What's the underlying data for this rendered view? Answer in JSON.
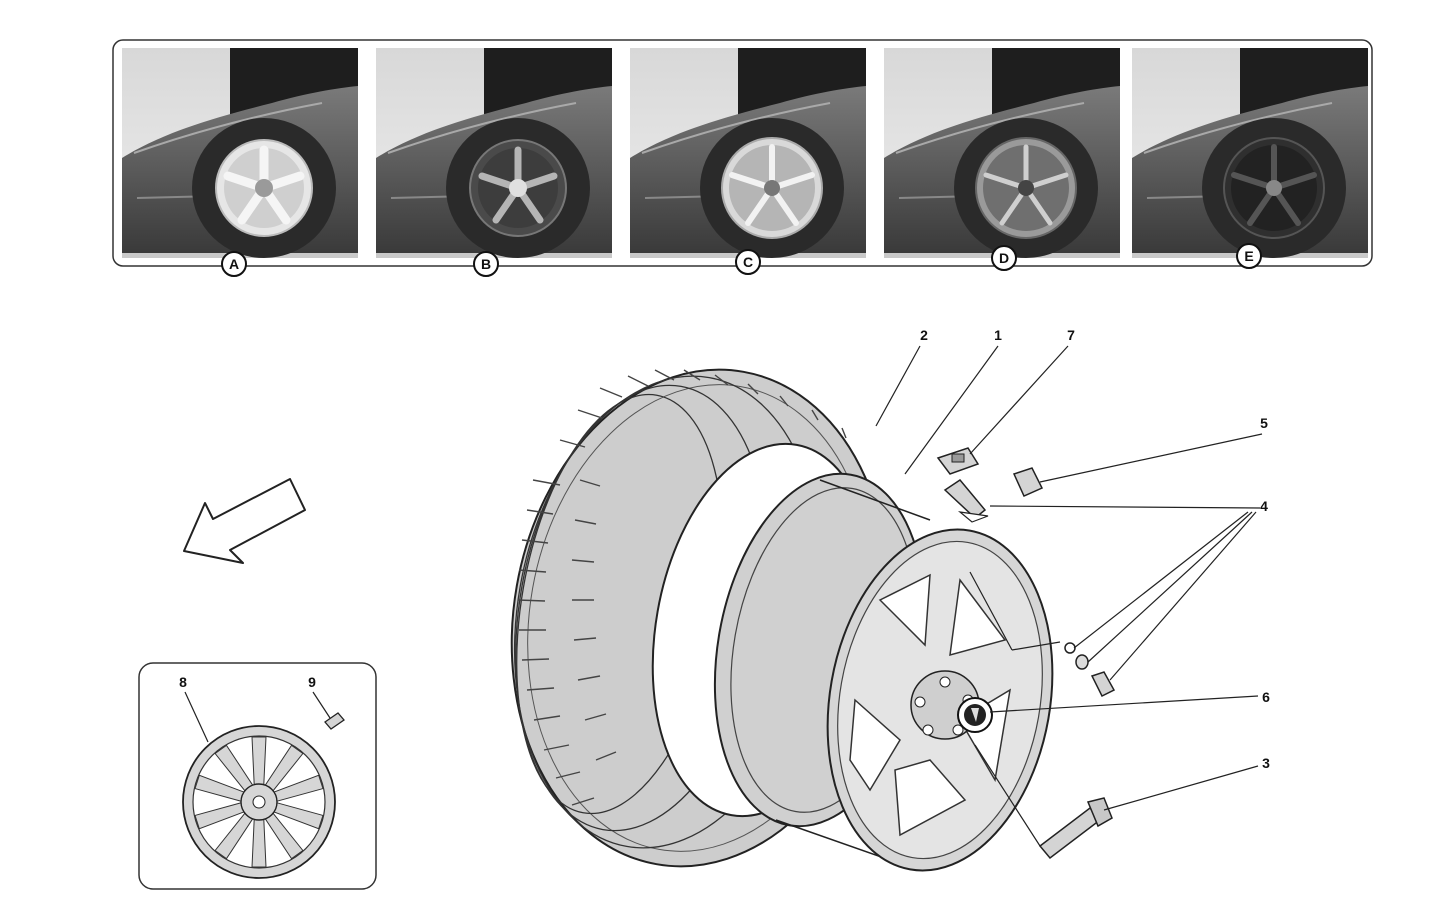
{
  "variants": [
    {
      "label": "A"
    },
    {
      "label": "B"
    },
    {
      "label": "C"
    },
    {
      "label": "D"
    },
    {
      "label": "E"
    }
  ],
  "parts": [
    {
      "number": "1"
    },
    {
      "number": "2"
    },
    {
      "number": "3"
    },
    {
      "number": "4"
    },
    {
      "number": "5"
    },
    {
      "number": "6"
    },
    {
      "number": "7"
    },
    {
      "number": "8"
    },
    {
      "number": "9"
    }
  ],
  "colors": {
    "line": "#222222",
    "part_fill": "#d2d2d2",
    "photo_bg": "#8a8a8a"
  }
}
